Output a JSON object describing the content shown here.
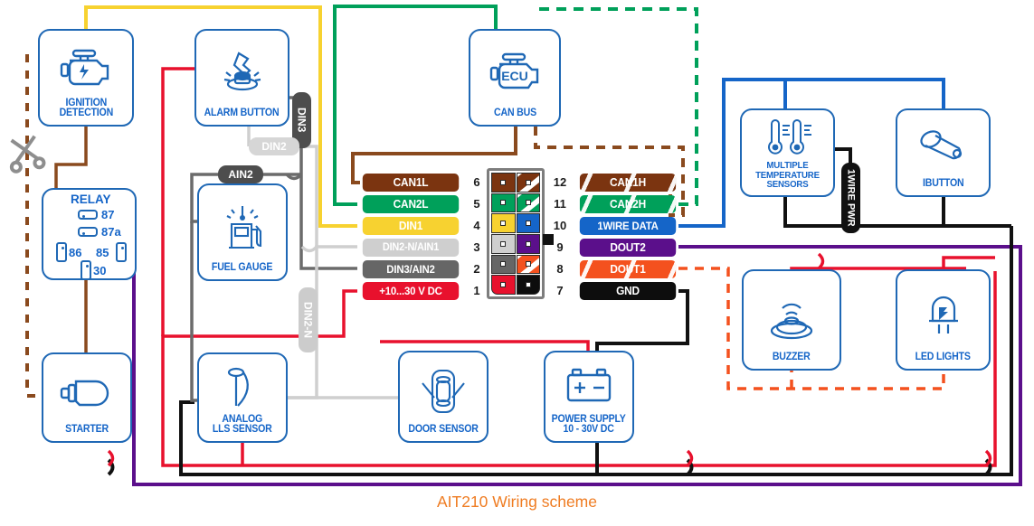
{
  "caption": "AIT210 Wiring scheme",
  "accent_color": "#ef7c22",
  "device_outline_color": "#1f68b5",
  "device_label_color": "#1565c8",
  "devices": [
    {
      "id": "ignition-detection",
      "label": "IGNITION\nDETECTION",
      "icon": "engine-bolt-icon"
    },
    {
      "id": "alarm-button",
      "label": "ALARM BUTTON",
      "icon": "hand-press-button-icon"
    },
    {
      "id": "can-bus",
      "label": "CAN BUS",
      "icon": "ecu-engine-icon"
    },
    {
      "id": "multiple-temperature-sensors",
      "label": "MULTIPLE\nTEMPERATURE\nSENSORS",
      "icon": "thermometer-icon"
    },
    {
      "id": "ibutton",
      "label": "IBUTTON",
      "icon": "ibutton-key-icon"
    },
    {
      "id": "relay",
      "label": "RELAY",
      "icon": "relay-terminals-icon"
    },
    {
      "id": "fuel-gauge",
      "label": "FUEL GAUGE",
      "icon": "fuel-pump-icon"
    },
    {
      "id": "buzzer",
      "label": "BUZZER",
      "icon": "buzzer-icon"
    },
    {
      "id": "led-lights",
      "label": "LED LIGHTS",
      "icon": "led-bulb-icon"
    },
    {
      "id": "starter",
      "label": "STARTER",
      "icon": "starter-motor-icon"
    },
    {
      "id": "analog-lls-sensor",
      "label": "ANALOG\nLLS SENSOR",
      "icon": "lls-probe-icon"
    },
    {
      "id": "door-sensor",
      "label": "DOOR SENSOR",
      "icon": "car-doors-icon"
    },
    {
      "id": "power-supply",
      "label": "POWER SUPPLY\n10 - 30V DC",
      "icon": "battery-icon"
    }
  ],
  "relay": {
    "title": "RELAY",
    "terminals": [
      {
        "id": "87",
        "label": "87"
      },
      {
        "id": "87a",
        "label": "87a"
      },
      {
        "id": "86",
        "label": "86"
      },
      {
        "id": "85",
        "label": "85"
      },
      {
        "id": "30",
        "label": "30"
      }
    ]
  },
  "connector": {
    "name": "12-pin-connector",
    "left_column_pins": [
      6,
      5,
      4,
      3,
      2,
      1
    ],
    "right_column_pins": [
      12,
      11,
      10,
      9,
      8,
      7
    ],
    "cells": [
      {
        "pin": 6,
        "color": "#7b3410",
        "striped": false
      },
      {
        "pin": 12,
        "color": "#7b3410",
        "striped": true
      },
      {
        "pin": 5,
        "color": "#00a05a",
        "striped": false
      },
      {
        "pin": 11,
        "color": "#00a05a",
        "striped": true
      },
      {
        "pin": 4,
        "color": "#f7d230",
        "striped": false
      },
      {
        "pin": 10,
        "color": "#1565c8",
        "striped": false
      },
      {
        "pin": 3,
        "color": "#cfcfcf",
        "striped": false
      },
      {
        "pin": 9,
        "color": "#5b0f8b",
        "striped": false
      },
      {
        "pin": 2,
        "color": "#666666",
        "striped": false
      },
      {
        "pin": 8,
        "color": "#f4511e",
        "striped": true
      },
      {
        "pin": 1,
        "color": "#e8112d",
        "striped": false
      },
      {
        "pin": 7,
        "color": "#0d0d0d",
        "striped": false
      }
    ]
  },
  "pins_left": [
    {
      "pin": "6",
      "label": "CAN1L",
      "color": "#7b3410",
      "text_color": "#ffffff",
      "striped": false
    },
    {
      "pin": "5",
      "label": "CAN2L",
      "color": "#00a05a",
      "text_color": "#ffffff",
      "striped": false
    },
    {
      "pin": "4",
      "label": "DIN1",
      "color": "#f7d230",
      "text_color": "#ffffff",
      "striped": false
    },
    {
      "pin": "3",
      "label": "DIN2-N/AIN1",
      "color": "#cfcfcf",
      "text_color": "#ffffff",
      "striped": false
    },
    {
      "pin": "2",
      "label": "DIN3/AIN2",
      "color": "#666666",
      "text_color": "#ffffff",
      "striped": false
    },
    {
      "pin": "1",
      "label": "+10...30 V DC",
      "color": "#e8112d",
      "text_color": "#ffffff",
      "striped": false
    }
  ],
  "pins_right": [
    {
      "pin": "12",
      "label": "CAN1H",
      "color": "#7b3410",
      "text_color": "#ffffff",
      "striped": true
    },
    {
      "pin": "11",
      "label": "CAN2H",
      "color": "#00a05a",
      "text_color": "#ffffff",
      "striped": true
    },
    {
      "pin": "10",
      "label": "1WIRE DATA",
      "color": "#1565c8",
      "text_color": "#ffffff",
      "striped": false
    },
    {
      "pin": "9",
      "label": "DOUT2",
      "color": "#5b0f8b",
      "text_color": "#ffffff",
      "striped": false
    },
    {
      "pin": "8",
      "label": "DOUT1",
      "color": "#f4511e",
      "text_color": "#ffffff",
      "striped": true
    },
    {
      "pin": "7",
      "label": "GND",
      "color": "#0d0d0d",
      "text_color": "#ffffff",
      "striped": false
    }
  ],
  "cable_tags": [
    {
      "id": "din3",
      "label": "DIN3",
      "color": "#4d4d4d",
      "orientation": "vertical"
    },
    {
      "id": "din2",
      "label": "DIN2",
      "color": "#d6d6d6",
      "orientation": "horizontal"
    },
    {
      "id": "ain2",
      "label": "AIN2",
      "color": "#4d4d4d",
      "orientation": "horizontal"
    },
    {
      "id": "din2n",
      "label": "DIN2-N",
      "color": "#cccccc",
      "orientation": "vertical"
    },
    {
      "id": "1wire-pwr",
      "label": "1WIRE PWR",
      "color": "#111111",
      "orientation": "vertical"
    }
  ],
  "wire_colors": {
    "brown": "#8a4a1e",
    "green": "#00a05a",
    "yellow": "#f7d230",
    "lightgray": "#cfcfcf",
    "darkgray": "#6b6b6b",
    "red": "#e8112d",
    "blue": "#1565c8",
    "purple": "#5b0f8b",
    "orange": "#f4511e",
    "black": "#111111"
  },
  "annotations": {
    "cut_marker": "scissors-icon"
  }
}
